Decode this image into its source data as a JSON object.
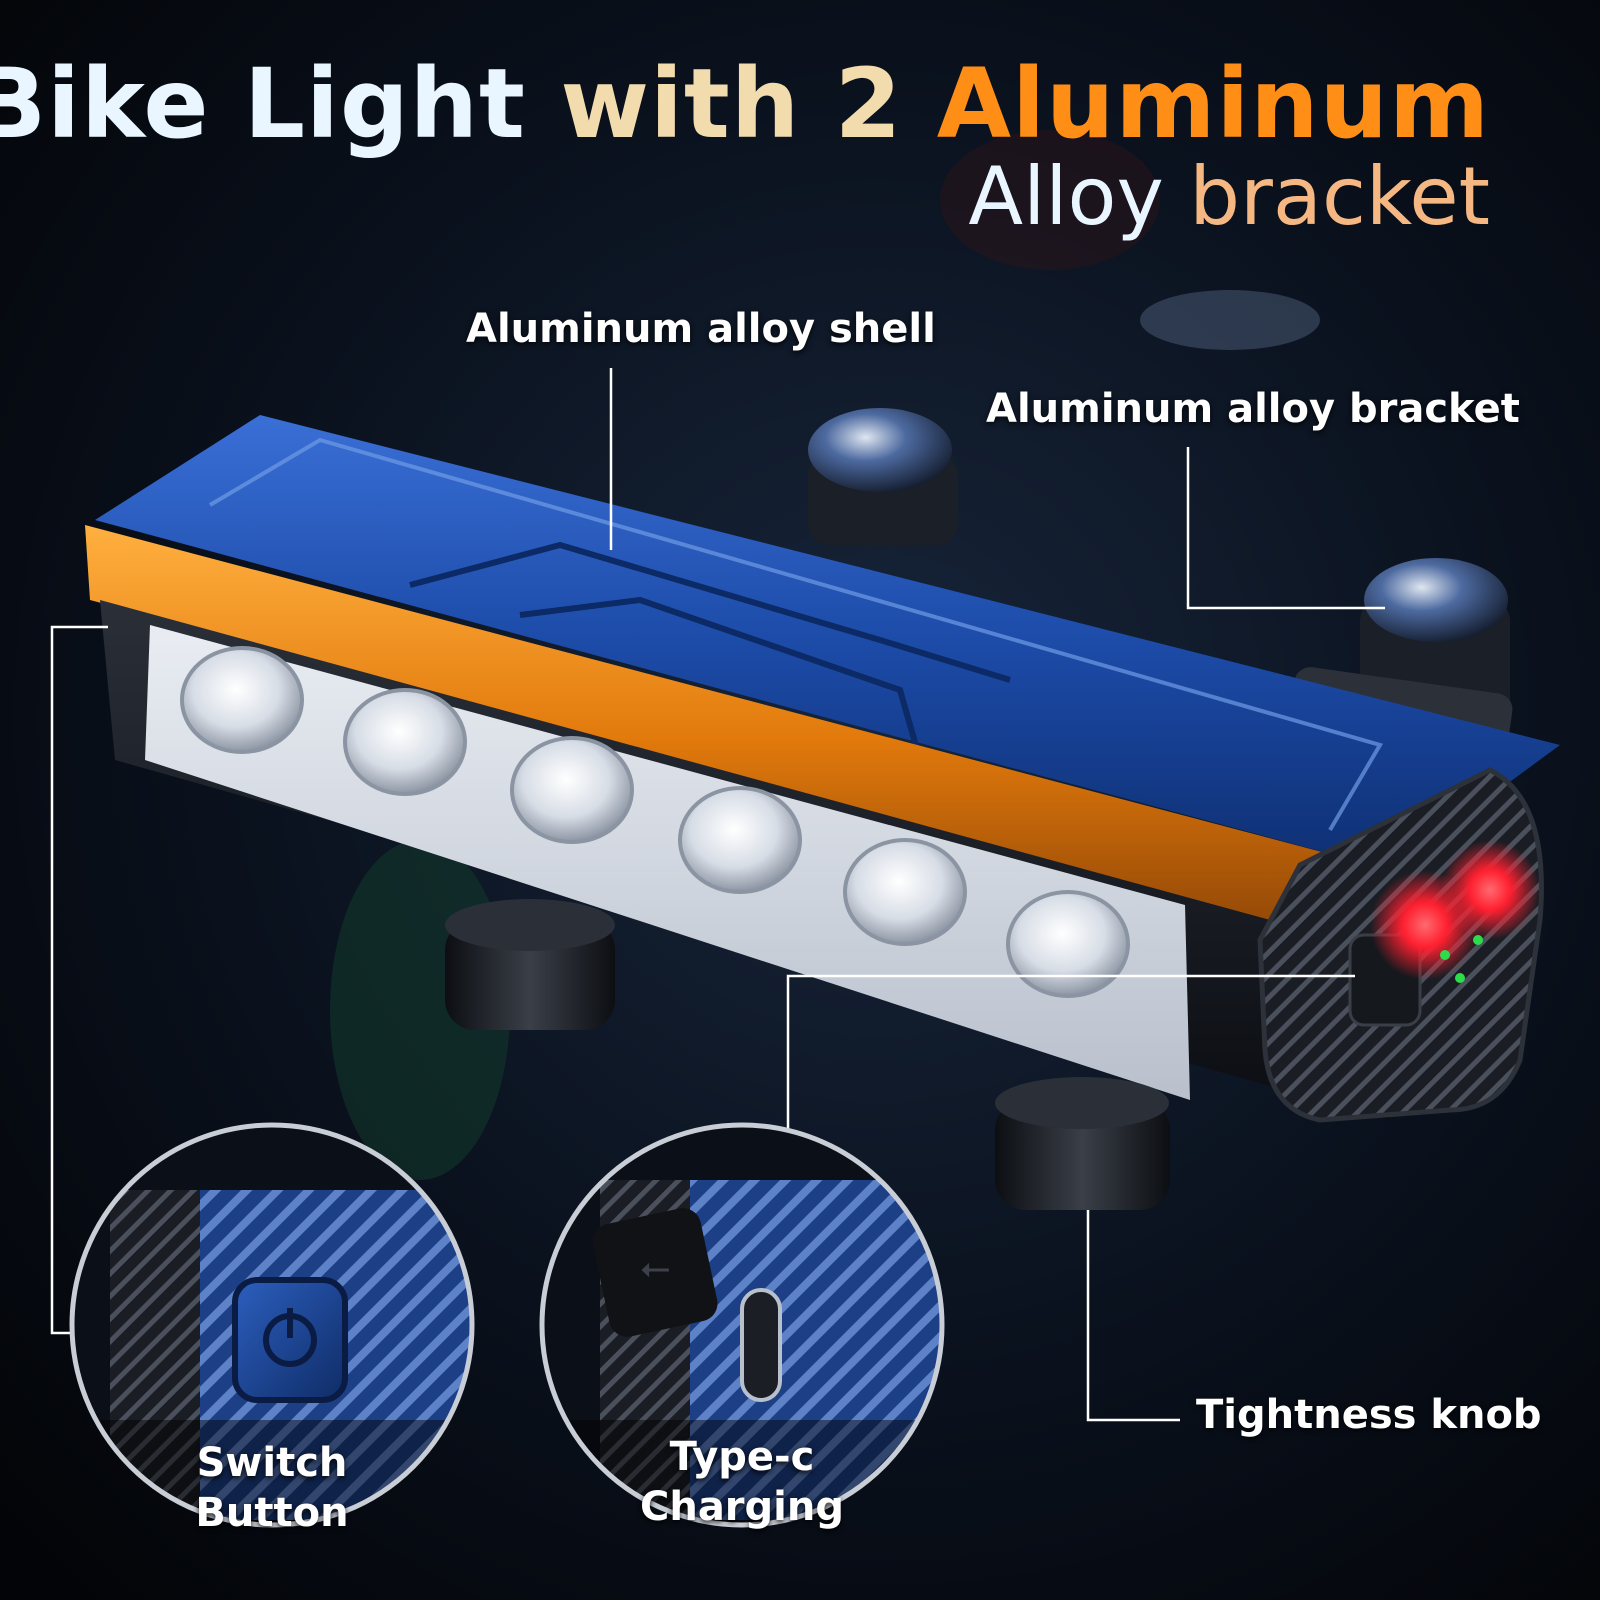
{
  "title": {
    "part1": "Bike Light",
    "part2": "with 2",
    "part3": "Aluminum",
    "line2a": "Alloy",
    "line2b": "bracket"
  },
  "callouts": {
    "shell": "Aluminum alloy shell",
    "bracket": "Aluminum alloy bracket",
    "knob": "Tightness knob"
  },
  "insets": {
    "switch": [
      "Switch",
      "Button"
    ],
    "typec": [
      "Type-c",
      "Charging"
    ]
  },
  "colors": {
    "shell_blue": "#1f55b8",
    "accent_orange": "#ff8e16",
    "title_white": "#e9f6ff",
    "indicator_red": "#ff2030",
    "indicator_green": "#2cdc4a"
  },
  "icons": [
    "power-icon",
    "usb-icon"
  ]
}
